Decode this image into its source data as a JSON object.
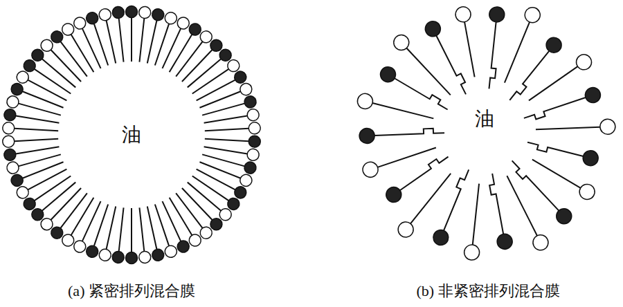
{
  "diagram": {
    "labels": [
      "油",
      "油",
      "(a) 紧密排列混合膜",
      "(b) 非紧密排列混合膜"
    ]
  }
}
